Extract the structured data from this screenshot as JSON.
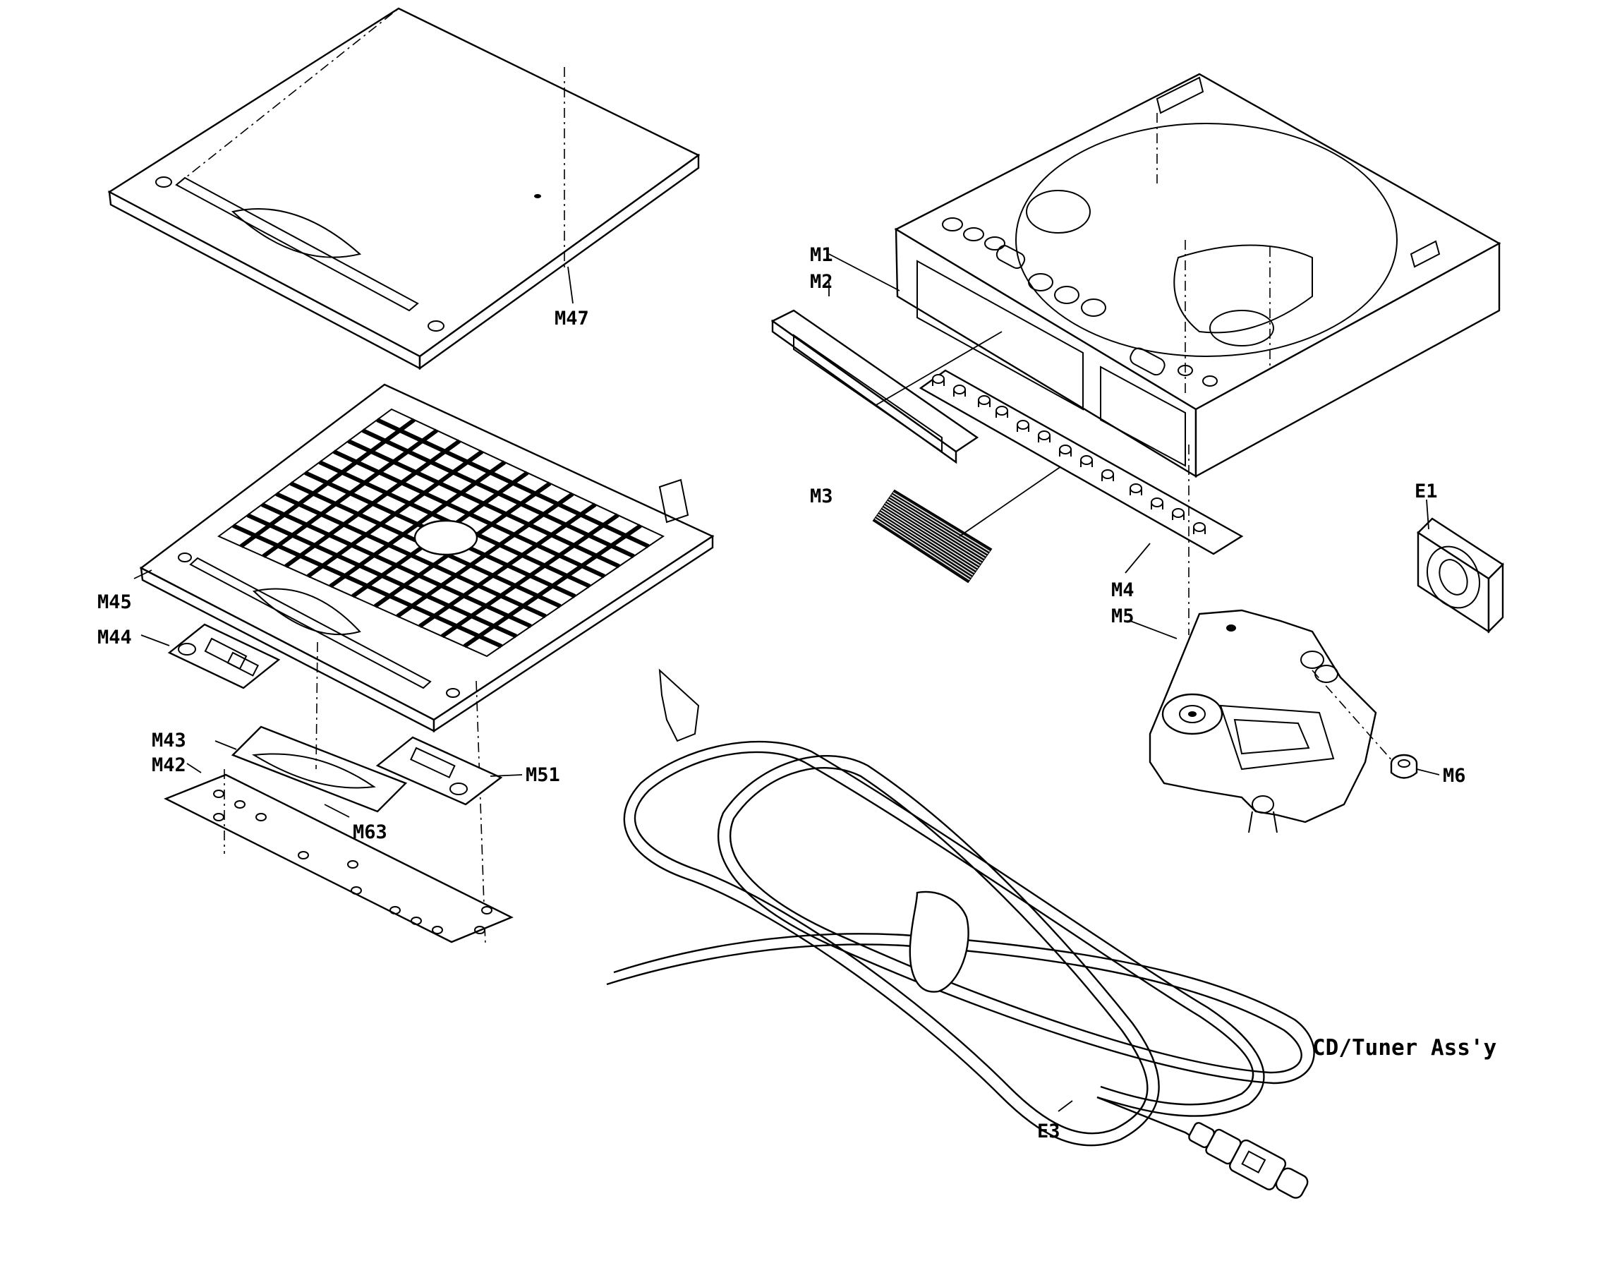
{
  "title": "CD/Tuner Ass'y",
  "parts": {
    "M47": "M47",
    "M45": "M45",
    "M44": "M44",
    "M43": "M43",
    "M42": "M42",
    "M63": "M63",
    "M51": "M51",
    "M1": "M1",
    "M2": "M2",
    "M3": "M3",
    "M4": "M4",
    "M5": "M5",
    "M6": "M6",
    "E1": "E1",
    "E3": "E3"
  }
}
